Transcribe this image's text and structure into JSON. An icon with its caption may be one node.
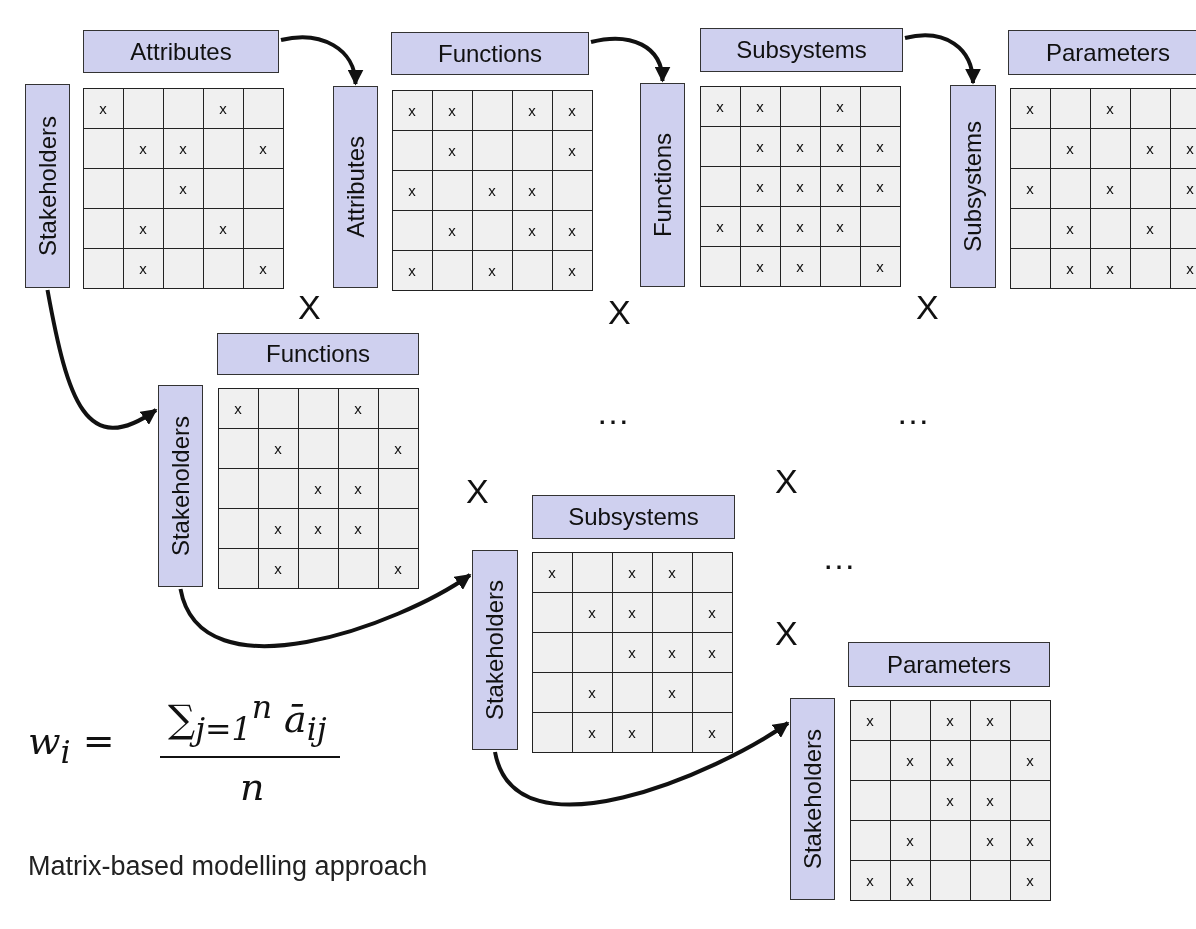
{
  "diagram": {
    "nodes": [
      {
        "text": [
          "Attributes"
        ]
      },
      {
        "text": [
          "Stakeholders"
        ]
      },
      {
        "text": [
          "Functions"
        ]
      },
      {
        "text": [
          "Attributes"
        ]
      },
      {
        "text": [
          "Subsystems"
        ]
      },
      {
        "text": [
          "Functions"
        ]
      },
      {
        "text": [
          "Parameters"
        ]
      },
      {
        "text": [
          "Subsystems"
        ]
      },
      {
        "text": [
          "Functions"
        ]
      },
      {
        "text": [
          "Stakeholders"
        ]
      },
      {
        "text": [
          "Subsystems"
        ]
      },
      {
        "text": [
          "Stakeholders"
        ]
      },
      {
        "text": [
          "Parameters"
        ]
      },
      {
        "text": [
          "Stakeholders"
        ]
      }
    ],
    "edges": [
      {
        "from": 0,
        "to": 3,
        "arrow": "to"
      },
      {
        "from": 2,
        "to": 5,
        "arrow": "to"
      },
      {
        "from": 4,
        "to": 7,
        "arrow": "to"
      },
      {
        "from": 1,
        "to": 9,
        "arrow": "to"
      },
      {
        "from": 9,
        "to": 11,
        "arrow": "to"
      },
      {
        "from": 11,
        "to": 13,
        "arrow": "to"
      }
    ],
    "labels": [
      "x",
      "x",
      "x",
      "x",
      "x",
      "x",
      "x",
      "x",
      "x",
      "x",
      "x",
      "x",
      "x",
      "x",
      "x",
      "x",
      "x",
      "x",
      "x",
      "x",
      "x",
      "x",
      "x",
      "x",
      "x",
      "x",
      "x",
      "x",
      "x",
      "x",
      "x",
      "x",
      "x",
      "x",
      "x",
      "x",
      "x",
      "x",
      "x",
      "x",
      "x",
      "x",
      "x",
      "x",
      "x",
      "x",
      "x",
      "x",
      "x",
      "x",
      "x",
      "x",
      "x",
      "x",
      "x",
      "x",
      "X",
      "X",
      "X",
      "x",
      "x",
      "x",
      "x",
      "x",
      "x",
      "x",
      "x",
      "x",
      "x",
      "x",
      "…",
      "…",
      "X",
      "X",
      "x",
      "x",
      "x",
      "x",
      "x",
      "x",
      "x",
      "x",
      "x",
      "x",
      "x",
      "x",
      "x",
      "x",
      "…",
      "X",
      "w$_{i}$ =",
      "∑$_{j=1}$$^{n}$ ā$_{ij}$",
      "n",
      "x",
      "x",
      "x",
      "x",
      "x",
      "x",
      "x",
      "x",
      "x",
      "x",
      "x",
      "x",
      "x",
      "x",
      "Matrix-based modelling approach"
    ]
  }
}
